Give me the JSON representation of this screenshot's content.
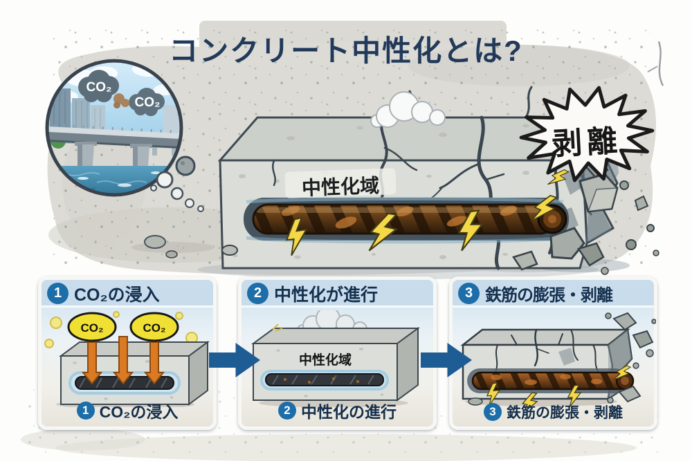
{
  "title": "コンクリート中性化とは?",
  "inset": {
    "co2_clouds": [
      "CO₂",
      "CO₂"
    ]
  },
  "main": {
    "zone_label": "中性化域",
    "spall_label": "剥離"
  },
  "steps": [
    {
      "number": "1",
      "header": "CO₂の浸入",
      "caption": "CO₂の浸入",
      "balloons": [
        "CO₂",
        "CO₂"
      ]
    },
    {
      "number": "2",
      "header": "中性化が進行",
      "caption": "中性化の進行",
      "zone_label": "中性化域"
    },
    {
      "number": "3",
      "header": "鉄筋の膨張・剥離",
      "caption": "鉄筋の膨張・剥離"
    }
  ],
  "icons": {
    "co2-cloud-icon": "☁",
    "smoke-cloud-icon": "☁",
    "thought-bubble-icon": "○",
    "lightning-icon": "⚡",
    "co2-down-arrow-icon": "⬇",
    "flow-arrow-icon": "➡",
    "spall-starburst-icon": "✸",
    "rubble-icon": "◆",
    "rebar-icon": "▬"
  },
  "colors": {
    "title_navy": "#21395a",
    "badge_blue": "#1c6da8",
    "flow_arrow_blue": "#1e5c94",
    "panel_header_blue": "#c8dcec",
    "co2_balloon_yellow": "#f1e034",
    "co2_arrow_orange": "#dc7a24",
    "lightning_yellow": "#f4d847",
    "rust_brown": "#6b3c14",
    "concrete_gray": "#dbded8",
    "crack_slate": "#3a4650",
    "neutral_zone_blue": "#a6cce1"
  }
}
